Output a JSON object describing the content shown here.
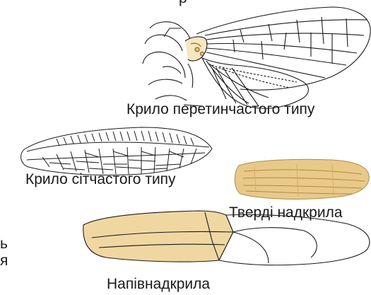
{
  "captions": {
    "membranous": "Крило перетинчастого типу",
    "reticulate": "Крило сітчастого типу",
    "elytra": "Тверді надкрила",
    "hemelytra": "Напівнадкрила"
  },
  "fragments": {
    "top": "р",
    "left1": "ь",
    "left2": "я"
  },
  "colors": {
    "outline": "#1a1a1a",
    "elytra_fill": "#e9c98a",
    "hemelytra_fill": "#f0d7a2",
    "wing_base": "#e4c27c"
  }
}
